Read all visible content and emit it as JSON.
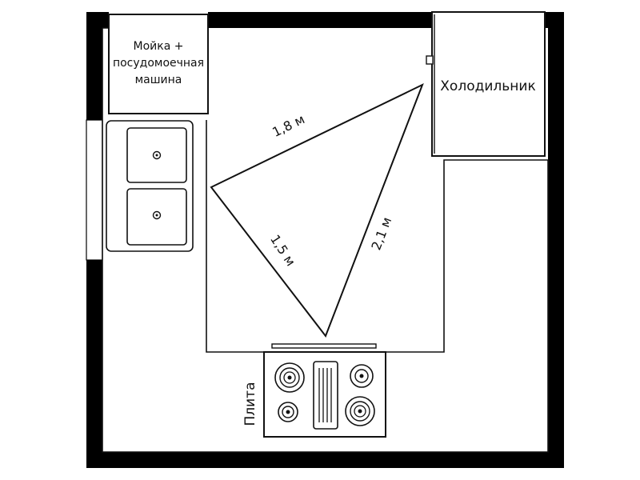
{
  "labels": {
    "sink_line1": "Мойка +",
    "sink_line2": "посудомоечная",
    "sink_line3": "машина",
    "fridge": "Холодильник",
    "stove": "Плита"
  },
  "distances": {
    "top": "1,8 м",
    "left": "1,5 м",
    "right": "2,1 м"
  },
  "colors": {
    "wall": "#000000",
    "line": "#111111",
    "background": "#ffffff"
  }
}
